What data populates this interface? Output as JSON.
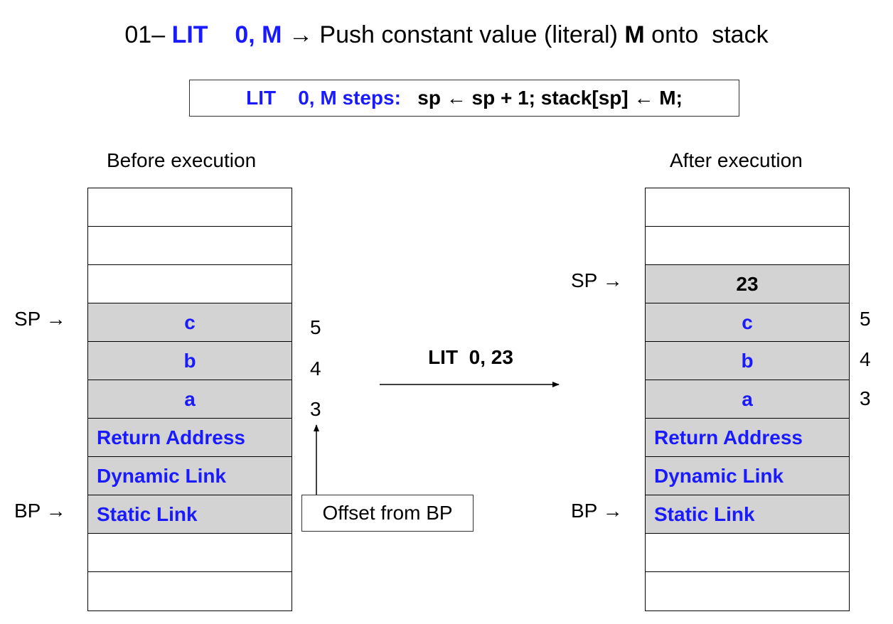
{
  "title": {
    "prefix": "01–",
    "instr": "LIT",
    "args": "0, M",
    "arrow": "→",
    "desc_before": "Push constant value (literal)",
    "desc_bold": "M",
    "desc_after": "onto  stack"
  },
  "steps": {
    "instr": "LIT",
    "args": "0, M steps:",
    "formula": "sp ← sp + 1; stack[sp] ← M;"
  },
  "before": {
    "caption": "Before execution",
    "sp_label": "SP →",
    "bp_label": "BP →",
    "cells": [
      "",
      "",
      "",
      "c",
      "b",
      "a",
      "Return Address",
      "Dynamic Link",
      "Static Link",
      "",
      ""
    ],
    "indices": [
      "5",
      "4",
      "3"
    ]
  },
  "after": {
    "caption": "After execution",
    "sp_label": "SP →",
    "bp_label": "BP →",
    "cells": [
      "",
      "",
      "23",
      "c",
      "b",
      "a",
      "Return Address",
      "Dynamic Link",
      "Static Link",
      "",
      ""
    ],
    "indices": [
      "5",
      "4",
      "3"
    ]
  },
  "operation": "LIT  0, 23",
  "offset_label": "Offset from BP",
  "colors": {
    "accent_blue": "#1a1aff",
    "shaded_cell": "#d3d3d3"
  }
}
